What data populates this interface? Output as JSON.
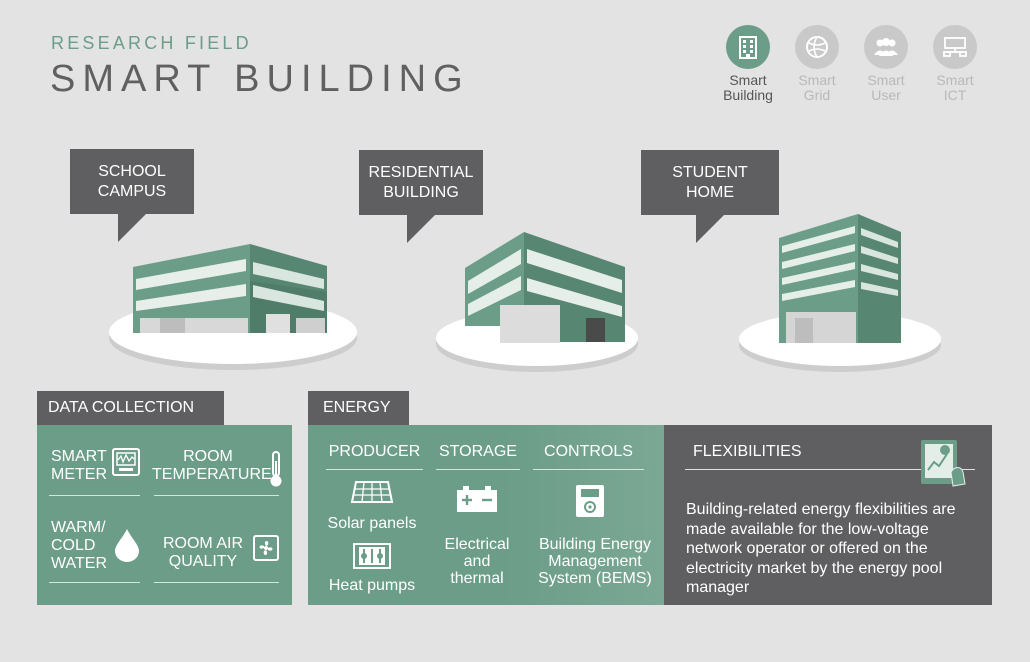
{
  "header": {
    "kicker": "RESEARCH FIELD",
    "title": "SMART BUILDING"
  },
  "nav": [
    {
      "line1": "Smart",
      "line2": "Building",
      "icon": "building-icon",
      "active": true
    },
    {
      "line1": "Smart",
      "line2": "Grid",
      "icon": "globe-icon",
      "active": false
    },
    {
      "line1": "Smart",
      "line2": "User",
      "icon": "users-icon",
      "active": false
    },
    {
      "line1": "Smart",
      "line2": "ICT",
      "icon": "network-icon",
      "active": false
    }
  ],
  "buildings": [
    {
      "line1": "SCHOOL",
      "line2": "CAMPUS"
    },
    {
      "line1": "RESIDENTIAL",
      "line2": "BUILDING"
    },
    {
      "line1": "STUDENT",
      "line2": "HOME"
    }
  ],
  "data_collection": {
    "tab": "DATA COLLECTION",
    "smart_meter": [
      "SMART",
      "METER"
    ],
    "room_temperature": [
      "ROOM",
      "TEMPERATURE"
    ],
    "water": [
      "WARM/",
      "COLD",
      "WATER"
    ],
    "air_quality": [
      "ROOM AIR",
      "QUALITY"
    ]
  },
  "energy": {
    "tab": "ENERGY",
    "producer": {
      "head": "PRODUCER",
      "item1": "Solar panels",
      "item2": "Heat pumps"
    },
    "storage": {
      "head": "STORAGE",
      "lines": [
        "Electrical",
        "and",
        "thermal"
      ]
    },
    "controls": {
      "head": "CONTROLS",
      "lines": [
        "Building Energy",
        "Management",
        "System (BEMS)"
      ]
    }
  },
  "flexibilities": {
    "title": "FLEXIBILITIES",
    "text": "Building-related energy flexibilities are made available for the low-voltage network operator or offered on the electricity market by the energy pool manager"
  },
  "colors": {
    "accent": "#6b9d88",
    "dark": "#5f5f61",
    "background": "#e3e3e3"
  }
}
